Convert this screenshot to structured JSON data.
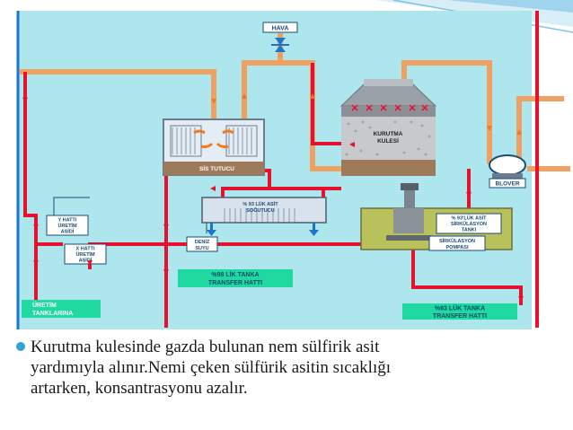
{
  "diagram": {
    "labels": {
      "hava": "HAVA",
      "sis_tutucu": "SİS TUTUCU",
      "kurutma_line1": "KURUTMA",
      "kurutma_line2": "KULESİ",
      "blover": "BLOVER",
      "sogutucu_line1": "% 93 LÜK ASİT",
      "sogutucu_line2": "SOĞUTUCU",
      "sirk_tank_line1": "% 93'LÜK ASİT",
      "sirk_tank_line2": "SİRKÜLASYON",
      "sirk_tank_line3": "TANKI",
      "sirk_pompa_line1": "SİRKÜLASYON",
      "sirk_pompa_line2": "POMPASI",
      "deniz_line1": "DENİZ",
      "deniz_line2": "SUYU",
      "y_hatti_line1": "Y HATTI",
      "y_hatti_line2": "ÜRETİM",
      "y_hatti_line3": "ASİDİ",
      "x_hatti_line1": "X HATTI",
      "x_hatti_line2": "ÜRETİM",
      "x_hatti_line3": "ASİDİ",
      "transfer98_line1": "%98 LİK TANKA",
      "transfer98_line2": "TRANSFER HATTI",
      "uretim_line1": "ÜRETİM",
      "uretim_line2": "TANKLARINA",
      "transfer93_line1": "%93 LÜK TANKA",
      "transfer93_line2": "TRANSFER HATTI"
    },
    "colors": {
      "background": "#aee6ee",
      "acid_line": "#e8112d",
      "gas_line": "#f0a060",
      "label_box": "#1fd9a0",
      "frame_blue": "#1b75c9"
    }
  },
  "bullet": {
    "line1": "Kurutma kulesinde gazda bulunan nem sülfirik asit",
    "line2": "yardımıyla alınır.Nemi çeken sülfürik asitin sıcaklığı",
    "line3": "artarken, konsantrasyonu azalır."
  }
}
